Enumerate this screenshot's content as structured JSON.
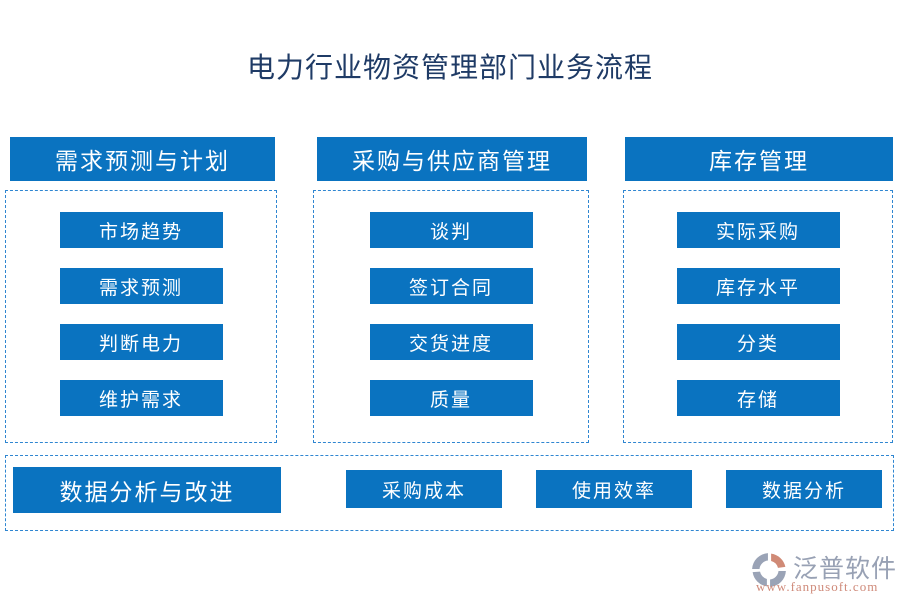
{
  "title": "电力行业物资管理部门业务流程",
  "columns": [
    {
      "header": "需求预测与计划",
      "items": [
        "市场趋势",
        "需求预测",
        "判断电力",
        "维护需求"
      ]
    },
    {
      "header": "采购与供应商管理",
      "items": [
        "谈判",
        "签订合同",
        "交货进度",
        "质量"
      ]
    },
    {
      "header": "库存管理",
      "items": [
        "实际采购",
        "库存水平",
        "分类",
        "存储"
      ]
    }
  ],
  "bottom_section": {
    "header": "数据分析与改进",
    "items": [
      "采购成本",
      "使用效率",
      "数据分析"
    ]
  },
  "watermark": {
    "brand": "泛普软件",
    "url": "www.fanpusoft.com"
  },
  "colors": {
    "block_blue": "#0a73c0",
    "dashed_border_blue": "#2f86d1",
    "title_navy": "#1f3b66",
    "block_text_white": "#ffffff",
    "brand_gray": "#98a1b4",
    "brand_salmon": "#cf8a7a"
  }
}
